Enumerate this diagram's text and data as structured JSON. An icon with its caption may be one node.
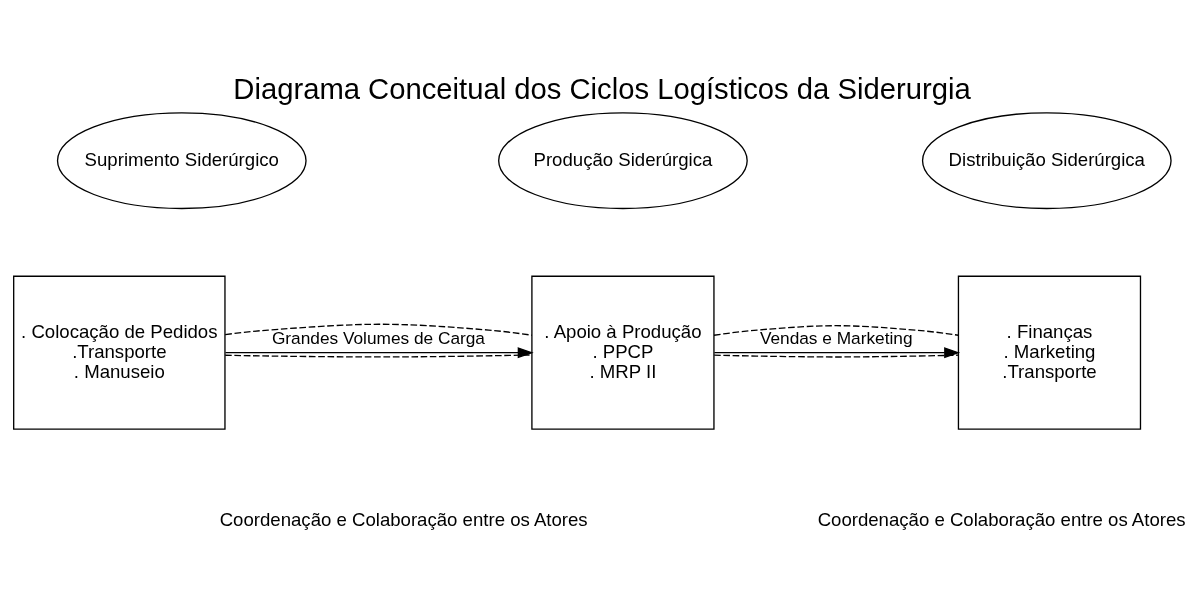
{
  "diagram": {
    "title": "Diagrama Conceitual dos Ciclos Logísticos da Siderurgia",
    "nodes": [
      {
        "text": [
          "Suprimento Siderúrgico"
        ]
      },
      {
        "text": [
          "Produção Siderúrgica"
        ]
      },
      {
        "text": [
          "Distribuição Siderúrgica"
        ]
      },
      {
        "text": [
          ". Colocação de Pedidos",
          ".Transporte",
          ". Manuseio"
        ]
      },
      {
        "text": [
          ". Apoio à Produção",
          ". PPCP",
          ". MRP II"
        ]
      },
      {
        "text": [
          ". Finanças",
          ". Marketing",
          ".Transporte"
        ]
      }
    ],
    "edges": [
      {
        "from": 3,
        "to": 4,
        "arrow": "to",
        "label": "Grandes Volumes de Carga"
      },
      {
        "from": 4,
        "to": 5,
        "arrow": "to",
        "label": "Vendas e Marketing"
      },
      {
        "from": 3,
        "to": 4,
        "arrow": "none",
        "style": "dashed"
      },
      {
        "from": 3,
        "to": 4,
        "arrow": "none",
        "style": "dashed"
      },
      {
        "from": 4,
        "to": 5,
        "arrow": "none",
        "style": "dashed"
      },
      {
        "from": 4,
        "to": 5,
        "arrow": "none",
        "style": "dashed"
      }
    ],
    "labels": [
      "Coordenação e Colaboração entre os Atores",
      "Coordenação e Colaboração entre os Atores"
    ]
  }
}
